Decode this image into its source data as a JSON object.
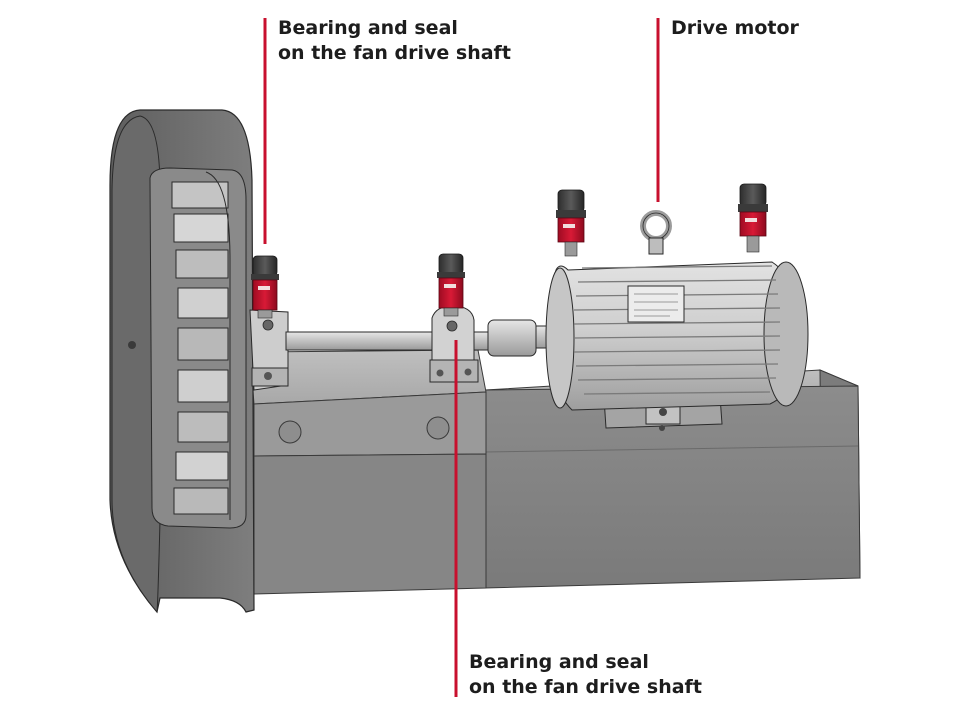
{
  "callouts": {
    "bearing_top": {
      "line1": "Bearing and seal",
      "line2": "on the fan drive shaft"
    },
    "motor": {
      "line1": "Drive motor"
    },
    "bearing_bottom": {
      "line1": "Bearing and seal",
      "line2": "on the fan drive shaft"
    }
  },
  "colors": {
    "callout_line": "#c8102e",
    "lubricator_red": "#c8102e",
    "metal_light": "#d4d4d4",
    "metal_mid": "#a9a9a9",
    "metal_dark": "#6e6e6e",
    "outline": "#2a2a2a"
  },
  "components": [
    "fan-wheel",
    "base-frame",
    "drive-shaft",
    "bearing-block",
    "coupling",
    "drive-motor",
    "lubricator"
  ]
}
